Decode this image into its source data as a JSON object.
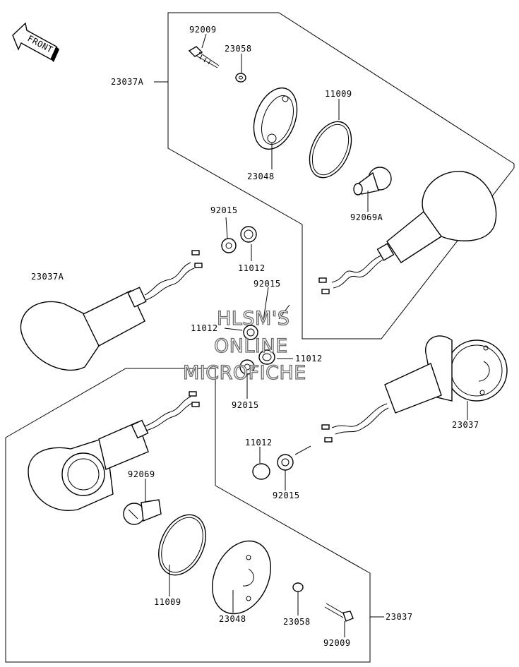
{
  "front_arrow": {
    "label": "FRONT"
  },
  "watermark": {
    "line1": "HLSM'S",
    "line2": "ONLINE",
    "line3": "MICROFICHE"
  },
  "labels": {
    "p92009_top": "92009",
    "p23058_top": "23058",
    "p23037A_top": "23037A",
    "p11009_top": "11009",
    "p23048_top": "23048",
    "p92069A": "92069A",
    "p92015_a": "92015",
    "p11012_a": "11012",
    "p23037A_left": "23037A",
    "p92015_b": "92015",
    "p11012_b": "11012",
    "p11012_c": "11012",
    "p92015_c": "92015",
    "p23037_right": "23037",
    "p11012_d": "11012",
    "p92015_d": "92015",
    "p92069": "92069",
    "p11009_bottom": "11009",
    "p23048_bottom": "23048",
    "p23058_bottom": "23058",
    "p23037_bottom": "23037",
    "p92009_bottom": "92009"
  }
}
